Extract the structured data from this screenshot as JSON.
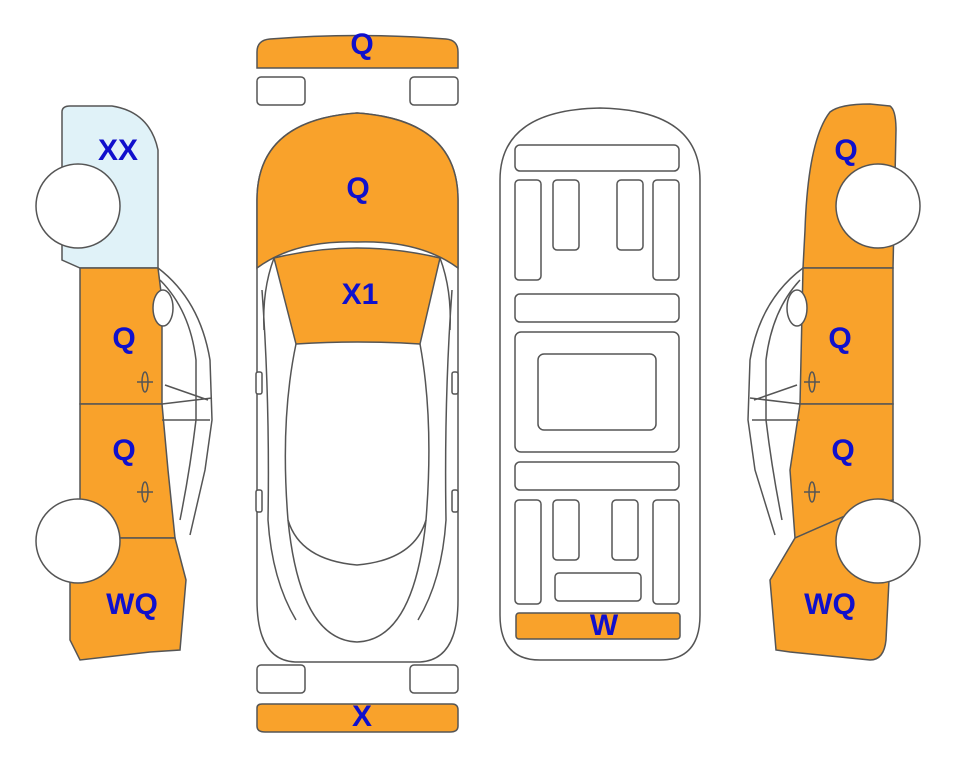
{
  "colors": {
    "damaged": "#f9a22b",
    "light_damage": "#e0f2f8",
    "outline": "#555555",
    "label": "#1010cc",
    "background": "#ffffff"
  },
  "views": {
    "left_side": {
      "roof_label": "XX",
      "front_door_label": "Q",
      "rear_door_label": "Q",
      "rear_quarter_label": "WQ"
    },
    "top": {
      "front_bumper_label": "Q",
      "hood_label": "Q",
      "windshield_label": "X1",
      "rear_bumper_label": "X"
    },
    "underbody": {
      "rear_panel_label": "W"
    },
    "right_side": {
      "front_fender_label": "Q",
      "front_door_label": "Q",
      "rear_door_label": "Q",
      "rear_quarter_label": "WQ"
    }
  }
}
